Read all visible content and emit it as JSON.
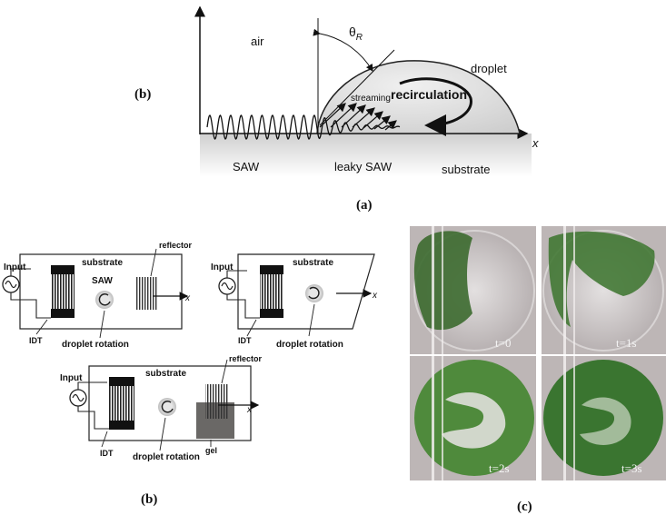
{
  "panel_a": {
    "corner_label": "(b)",
    "air": "air",
    "theta": "θ",
    "theta_sub": "R",
    "droplet": "droplet",
    "streaming": "streaming",
    "recirculation": "recirculation",
    "x_axis": "x",
    "saw": "SAW",
    "leaky_saw": "leaky SAW",
    "substrate": "substrate",
    "caption": "(a)"
  },
  "panel_b": {
    "caption": "(b)",
    "device1": {
      "input": "Input",
      "substrate": "substrate",
      "saw": "SAW",
      "reflector": "reflector",
      "x": "x",
      "idt": "IDT",
      "rotation": "droplet rotation"
    },
    "device2": {
      "input": "Input",
      "substrate": "substrate",
      "x": "x",
      "idt": "IDT",
      "rotation": "droplet rotation"
    },
    "device3": {
      "input": "Input",
      "substrate": "substrate",
      "reflector": "reflector",
      "x": "x",
      "idt": "IDT",
      "rotation": "droplet rotation",
      "gel": "gel"
    }
  },
  "panel_c": {
    "caption": "(c)",
    "frames": [
      "t=0",
      "t=1s",
      "t=2s",
      "t=3s"
    ]
  },
  "colors": {
    "droplet": "#dcdcdc",
    "photo_bg": "#b9b2b3",
    "dye": "#2f6b2a"
  }
}
